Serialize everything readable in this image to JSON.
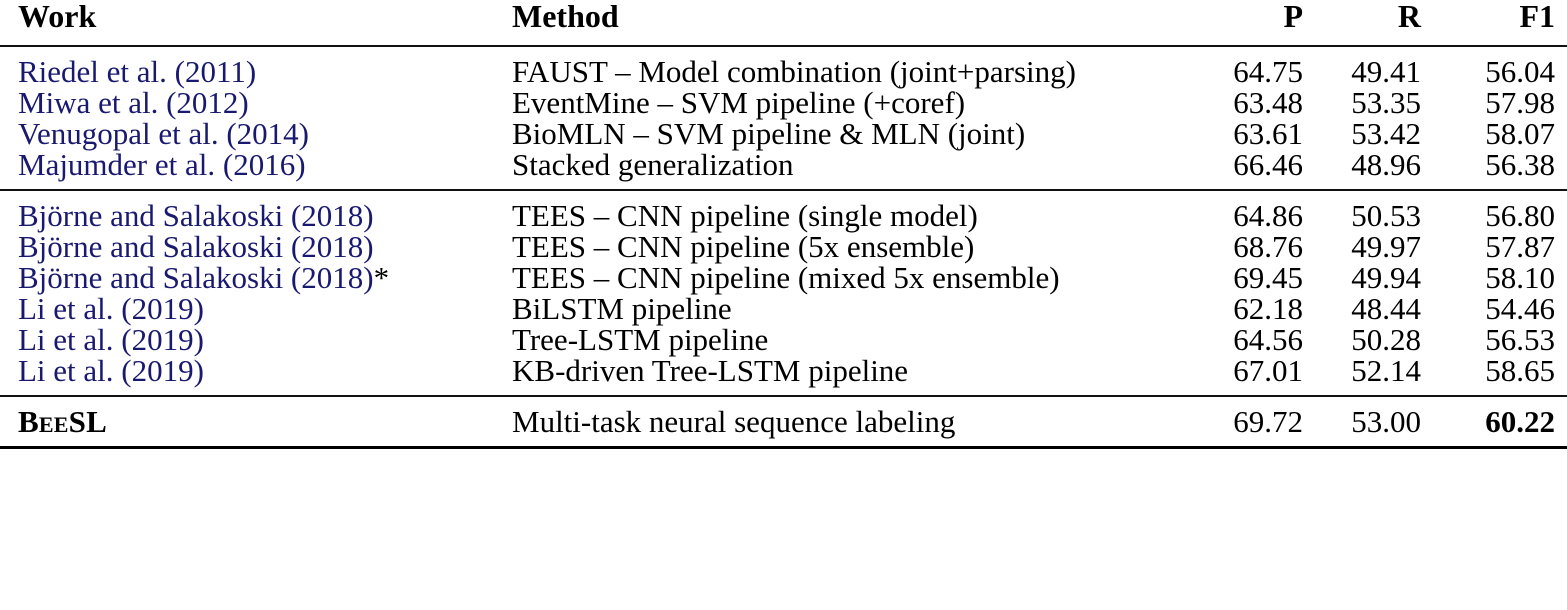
{
  "table": {
    "columns": [
      {
        "key": "work",
        "label": "Work",
        "align": "left"
      },
      {
        "key": "method",
        "label": "Method",
        "align": "left"
      },
      {
        "key": "p",
        "label": "P",
        "align": "right"
      },
      {
        "key": "r",
        "label": "R",
        "align": "right"
      },
      {
        "key": "f1",
        "label": "F1",
        "align": "right"
      }
    ],
    "link_color": "#191970",
    "blocks": [
      {
        "id": "prior-feature-based",
        "rows": [
          {
            "work": "Riedel et al. (2011)",
            "work_suffix": "",
            "method": "FAUST – Model combination (joint+parsing)",
            "p": "64.75",
            "r": "49.41",
            "f1": "56.04",
            "f1_bold": false,
            "work_is_link": true
          },
          {
            "work": "Miwa et al. (2012)",
            "work_suffix": "",
            "method": "EventMine – SVM pipeline (+coref)",
            "p": "63.48",
            "r": "53.35",
            "f1": "57.98",
            "f1_bold": false,
            "work_is_link": true
          },
          {
            "work": "Venugopal et al. (2014)",
            "work_suffix": "",
            "method": "BioMLN – SVM pipeline & MLN (joint)",
            "p": "63.61",
            "r": "53.42",
            "f1": "58.07",
            "f1_bold": false,
            "work_is_link": true
          },
          {
            "work": "Majumder et al. (2016)",
            "work_suffix": "",
            "method": "Stacked generalization",
            "p": "66.46",
            "r": "48.96",
            "f1": "56.38",
            "f1_bold": false,
            "work_is_link": true
          }
        ]
      },
      {
        "id": "prior-neural",
        "rows": [
          {
            "work": "Björne and Salakoski (2018)",
            "work_suffix": "",
            "method": "TEES – CNN pipeline (single model)",
            "p": "64.86",
            "r": "50.53",
            "f1": "56.80",
            "f1_bold": false,
            "work_is_link": true
          },
          {
            "work": "Björne and Salakoski (2018)",
            "work_suffix": "",
            "method": "TEES – CNN pipeline (5x ensemble)",
            "p": "68.76",
            "r": "49.97",
            "f1": "57.87",
            "f1_bold": false,
            "work_is_link": true
          },
          {
            "work": "Björne and Salakoski (2018)",
            "work_suffix": "*",
            "method": "TEES – CNN pipeline (mixed 5x ensemble)",
            "p": "69.45",
            "r": "49.94",
            "f1": "58.10",
            "f1_bold": false,
            "work_is_link": true
          },
          {
            "work": "Li et al. (2019)",
            "work_suffix": "",
            "method": "BiLSTM pipeline",
            "p": "62.18",
            "r": "48.44",
            "f1": "54.46",
            "f1_bold": false,
            "work_is_link": true
          },
          {
            "work": "Li et al. (2019)",
            "work_suffix": "",
            "method": "Tree-LSTM pipeline",
            "p": "64.56",
            "r": "50.28",
            "f1": "56.53",
            "f1_bold": false,
            "work_is_link": true
          },
          {
            "work": "Li et al. (2019)",
            "work_suffix": "",
            "method": "KB-driven Tree-LSTM pipeline",
            "p": "67.01",
            "r": "52.14",
            "f1": "58.65",
            "f1_bold": false,
            "work_is_link": true
          }
        ]
      },
      {
        "id": "this-work",
        "rows": [
          {
            "work": "BeeSL",
            "work_suffix": "",
            "method": "Multi-task neural sequence labeling",
            "p": "69.72",
            "r": "53.00",
            "f1": "60.22",
            "f1_bold": true,
            "work_is_link": false,
            "work_smallcaps": true
          }
        ]
      }
    ]
  }
}
